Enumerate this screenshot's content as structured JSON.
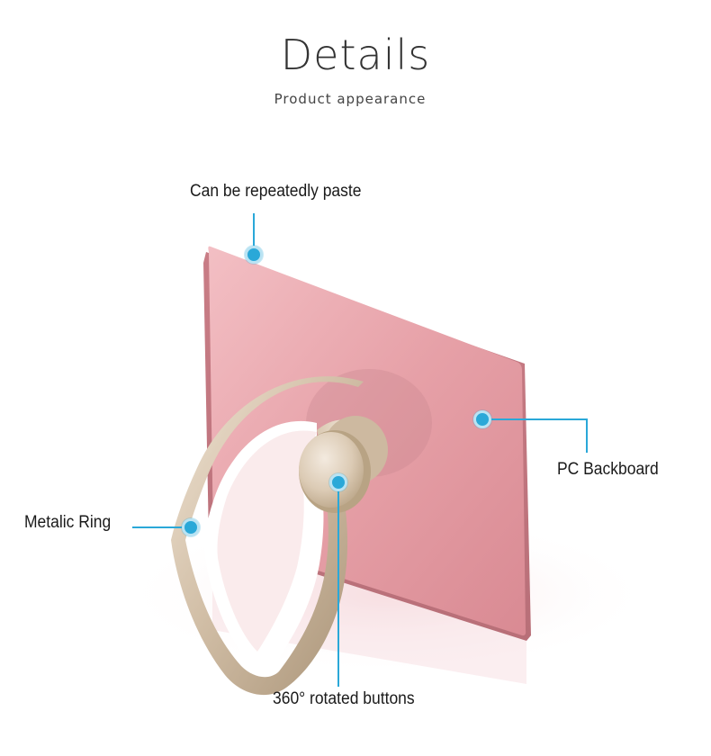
{
  "header": {
    "title": "Details",
    "subtitle": "Product appearance"
  },
  "callouts": {
    "paste": "Can be repeatedly paste",
    "backboard": "PC Backboard",
    "ring": "Metalic Ring",
    "buttons": "360° rotated  buttons"
  },
  "colors": {
    "accent": "#2aa8d8",
    "backboard_pink": "#e7a3a9",
    "ring_gold": "#d9c7b1"
  }
}
